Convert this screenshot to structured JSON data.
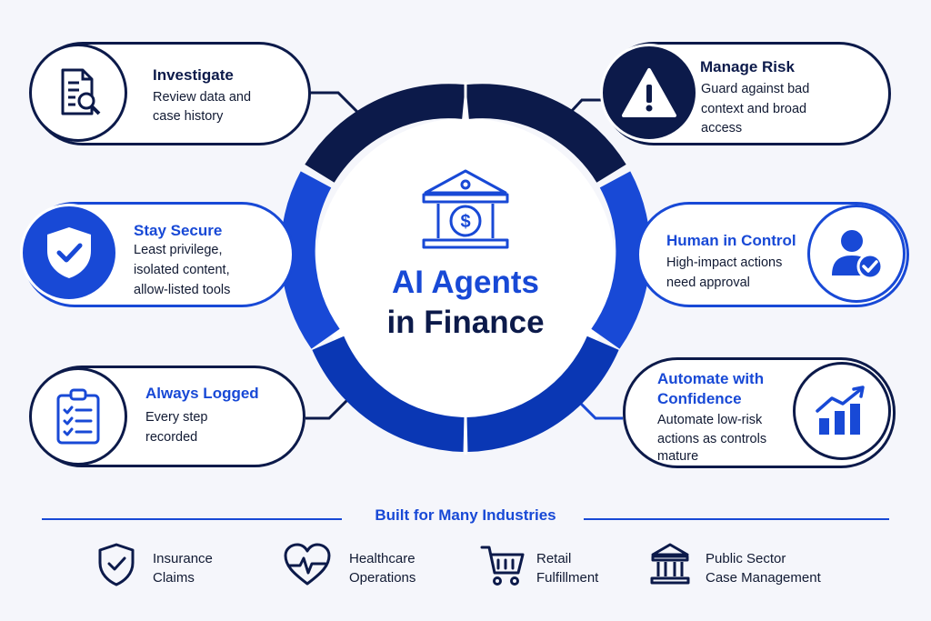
{
  "center": {
    "line1": "AI Agents",
    "line2": "in Finance"
  },
  "cards": [
    {
      "id": "investigate",
      "title": "Investigate",
      "desc": [
        "Review data and",
        "case history"
      ],
      "icon": "document-search-icon"
    },
    {
      "id": "stay-secure",
      "title": "Stay Secure",
      "desc": [
        "Least privilege,",
        "isolated content,",
        "allow-listed tools"
      ],
      "icon": "shield-check-icon"
    },
    {
      "id": "always-logged",
      "title": "Always Logged",
      "desc": [
        "Every step",
        "recorded"
      ],
      "icon": "clipboard-checklist-icon"
    },
    {
      "id": "manage-risk",
      "title": "Manage Risk",
      "desc": [
        "Guard against bad",
        "context and broad",
        "access"
      ],
      "icon": "warning-triangle-icon"
    },
    {
      "id": "human-in-control",
      "title": "Human in Control",
      "desc": [
        "High-impact actions",
        "need approval"
      ],
      "icon": "user-check-icon"
    },
    {
      "id": "automate",
      "title": [
        "Automate with",
        "Confidence"
      ],
      "desc": [
        "Automate low-risk",
        "actions as controls",
        "mature"
      ],
      "icon": "growth-chart-icon"
    }
  ],
  "industries": {
    "heading": "Built for Many Industries",
    "items": [
      {
        "label": [
          "Insurance",
          "Claims"
        ],
        "icon": "shield-check-icon"
      },
      {
        "label": [
          "Healthcare",
          "Operations"
        ],
        "icon": "heart-pulse-icon"
      },
      {
        "label": [
          "Retail",
          "Fulfillment"
        ],
        "icon": "shopping-cart-icon"
      },
      {
        "label": [
          "Public Sector",
          "Case Management"
        ],
        "icon": "government-building-icon"
      }
    ]
  },
  "colors": {
    "navy": "#0c1a4a",
    "blue": "#1849d6",
    "background": "#f5f6fb"
  }
}
